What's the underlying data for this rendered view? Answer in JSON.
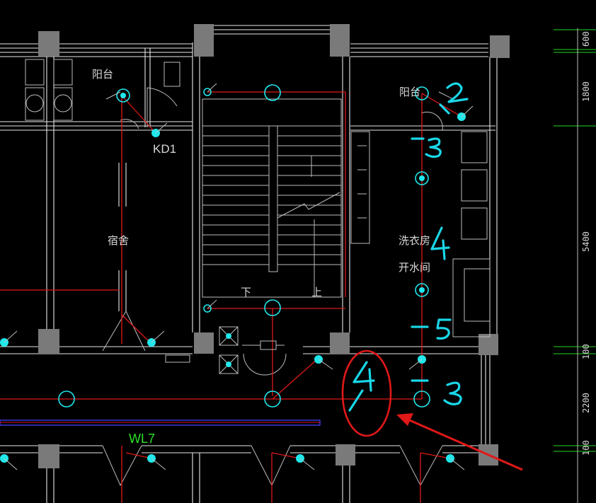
{
  "drawing": {
    "rooms": {
      "balcony_left": "阳台",
      "balcony_right": "阳台",
      "dormitory": "宿舍",
      "laundry": "洗衣房",
      "boiler_room": "开水间",
      "stair_down": "下",
      "stair_up": "上"
    },
    "panel_tag": "KD1",
    "circuit_label": "WL7",
    "dimensions": [
      "600",
      "1800",
      "5400",
      "100",
      "2200",
      "100"
    ],
    "annotations": {
      "mark_2": "2",
      "mark_top_3": "3",
      "mark_4_laundry": "4",
      "mark_5": "5",
      "mark_bottom_3": "3",
      "mark_circled_4": "4"
    },
    "colors": {
      "background": "#000000",
      "wall": "#e8e8e8",
      "wiring": "#e01818",
      "fixture": "#20e8ec",
      "dimension_line": "#22d822",
      "highlight": "#e01818",
      "handwriting": "#19d7e8"
    }
  }
}
